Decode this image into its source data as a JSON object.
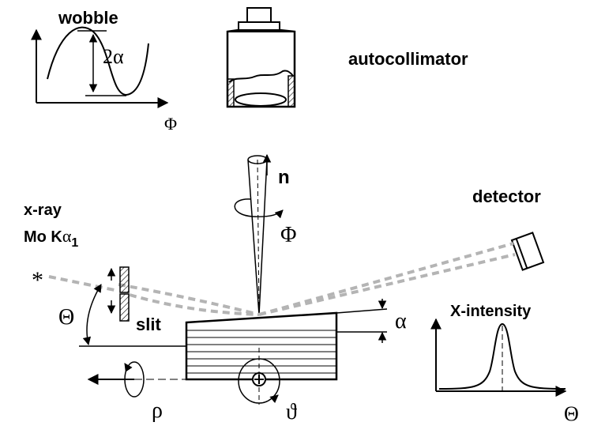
{
  "wobble": {
    "title": "wobble",
    "amplitude": "2α",
    "axis": "Φ"
  },
  "autocollimator": {
    "label": "autocollimator"
  },
  "normal": {
    "label": "n",
    "rotation": "Φ"
  },
  "detector": {
    "label": "detector"
  },
  "source": {
    "line1": "x-ray",
    "line2_main": "Mo  K",
    "line2_sym": "α",
    "line2_sub": "1",
    "star": "*"
  },
  "slit": {
    "label": "slit"
  },
  "angles": {
    "theta": "Θ",
    "alpha": "α",
    "rho": "ρ",
    "vartheta": "ϑ"
  },
  "intensity": {
    "title": "X-intensity",
    "axis": "Θ"
  }
}
